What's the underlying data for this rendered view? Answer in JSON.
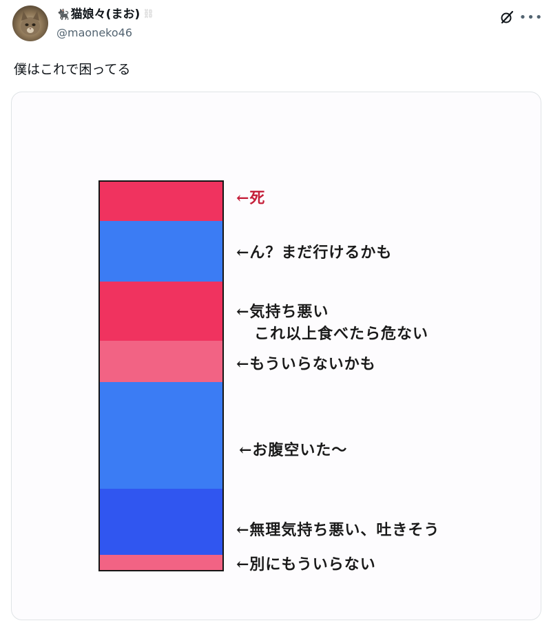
{
  "header": {
    "display_name": "猫娘々(まお)",
    "name_prefix_icon": "black-cat-icon",
    "name_suffix_icon": "chain-icon",
    "handle": "@maoneko46"
  },
  "actions": {
    "grok_icon": "grok-icon",
    "more_label": "•••"
  },
  "post": {
    "text": "僕はこれで困ってる"
  },
  "image": {
    "colors": {
      "death": "#f0335f",
      "light_blue": "#3b7cf4",
      "pink": "#f26384",
      "deep_blue": "#3056f0",
      "border": "#151515"
    },
    "segments": [
      {
        "name": "death",
        "color": "#f0335f"
      },
      {
        "name": "still-ok",
        "color": "#3b7cf4"
      },
      {
        "name": "feel-sick",
        "color": "#f0335f"
      },
      {
        "name": "maybe-enough",
        "color": "#f26384"
      },
      {
        "name": "hungry",
        "color": "#3b7cf4"
      },
      {
        "name": "vomit",
        "color": "#3056f0"
      },
      {
        "name": "dont-need",
        "color": "#f26384"
      }
    ],
    "labels": {
      "death": "←死",
      "still_ok": "←ん？まだ行けるかも",
      "feel_sick_1": "←気持ち悪い",
      "feel_sick_2": "これ以上食べたら危ない",
      "maybe_enough": "←もういらないかも",
      "hungry": "←お腹空いた～",
      "vomit": "←無理気持ち悪い、吐きそう",
      "dont_need": "←別にもういらない"
    }
  }
}
